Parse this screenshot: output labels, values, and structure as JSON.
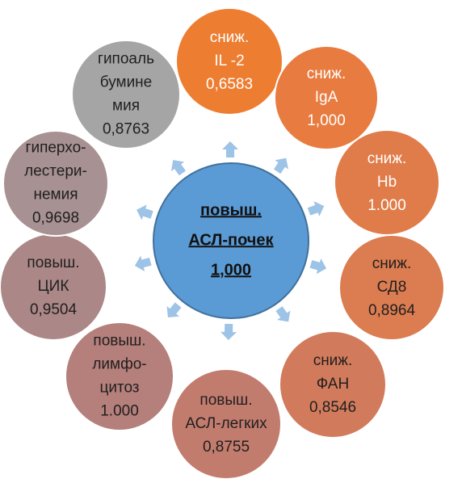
{
  "center": {
    "lines": [
      "повыш.",
      "АСЛ-почек",
      "1,000"
    ],
    "color": "#5b9bd5",
    "stroke": "#41719c"
  },
  "nodes": [
    {
      "id": "il2",
      "lines": [
        "сниж.",
        "IL -2",
        "0,6583"
      ],
      "color": "#ed7d31",
      "text_color": "#ffffff"
    },
    {
      "id": "iga",
      "lines": [
        "сниж.",
        "IgA",
        "1,000"
      ],
      "color": "#e87b3f",
      "text_color": "#ffffff"
    },
    {
      "id": "hb",
      "lines": [
        "сниж.",
        "Hb",
        "1.000"
      ],
      "color": "#e07c49",
      "text_color": "#ffffff"
    },
    {
      "id": "cd8",
      "lines": [
        "сниж.",
        "СД8",
        "0,8964"
      ],
      "color": "#db7c51",
      "text_color": "#1f1f1f"
    },
    {
      "id": "fan",
      "lines": [
        "сниж.",
        "ФАН",
        "0,8546"
      ],
      "color": "#d27b5c",
      "text_color": "#1f1f1f"
    },
    {
      "id": "asl-lung",
      "lines": [
        "повыш.",
        "АСЛ-легких",
        "0,8755"
      ],
      "color": "#c27c6e",
      "text_color": "#1f1f1f"
    },
    {
      "id": "lymph",
      "lines": [
        "повыш.",
        "лимфо-",
        "цитоз",
        "1.000"
      ],
      "color": "#b57f7b",
      "text_color": "#1f1f1f"
    },
    {
      "id": "cik",
      "lines": [
        "повыш.",
        "ЦИК",
        "0,9504"
      ],
      "color": "#ab8787",
      "text_color": "#1f1f1f"
    },
    {
      "id": "chol",
      "lines": [
        "гиперхо-",
        "лестери-",
        "немия",
        "0,9698"
      ],
      "color": "#a89192",
      "text_color": "#1f1f1f"
    },
    {
      "id": "albumin",
      "lines": [
        "гипоаль",
        "бумине",
        "мия",
        "0,8763"
      ],
      "color": "#a5a5a5",
      "text_color": "#1f1f1f"
    }
  ],
  "arrow_color": "#9dc3e6",
  "node_border": "#ffffff"
}
